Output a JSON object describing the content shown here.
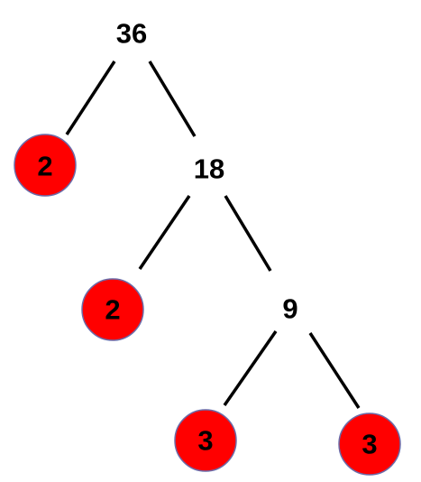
{
  "tree": {
    "root": {
      "label": "36"
    },
    "level1": {
      "prime": {
        "label": "2"
      },
      "composite": {
        "label": "18"
      }
    },
    "level2": {
      "prime": {
        "label": "2"
      },
      "composite": {
        "label": "9"
      }
    },
    "level3": {
      "left_prime": {
        "label": "3"
      },
      "right_prime": {
        "label": "3"
      }
    }
  },
  "colors": {
    "prime_fill": "#ff0000",
    "prime_outline": "#6b6ba8",
    "line": "#000000",
    "text": "#000000"
  }
}
